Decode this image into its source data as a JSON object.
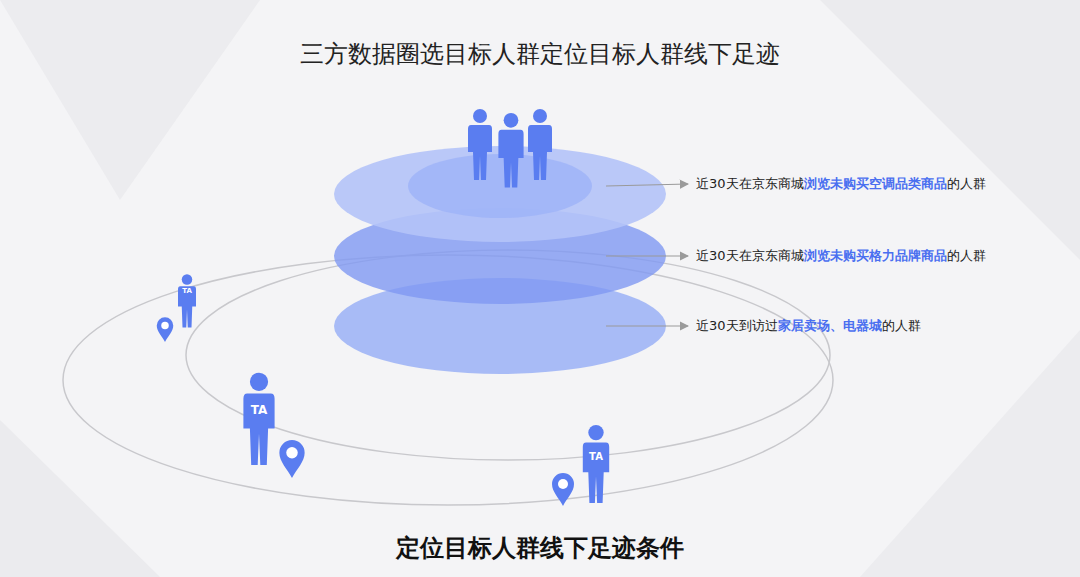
{
  "diagram": {
    "title": "三方数据圈选目标人群定位目标人群线下足迹",
    "caption": "定位目标人群线下足迹条件",
    "labels": [
      "近30天在京东商城",
      "浏览未购买空调品类商品",
      "的人群",
      "近30天在京东商城",
      "浏览未购买格力品牌商品",
      "的人群",
      "近30天到访过",
      "家居卖场、电器城",
      "的人群",
      "TA",
      "TA",
      "TA"
    ]
  }
}
